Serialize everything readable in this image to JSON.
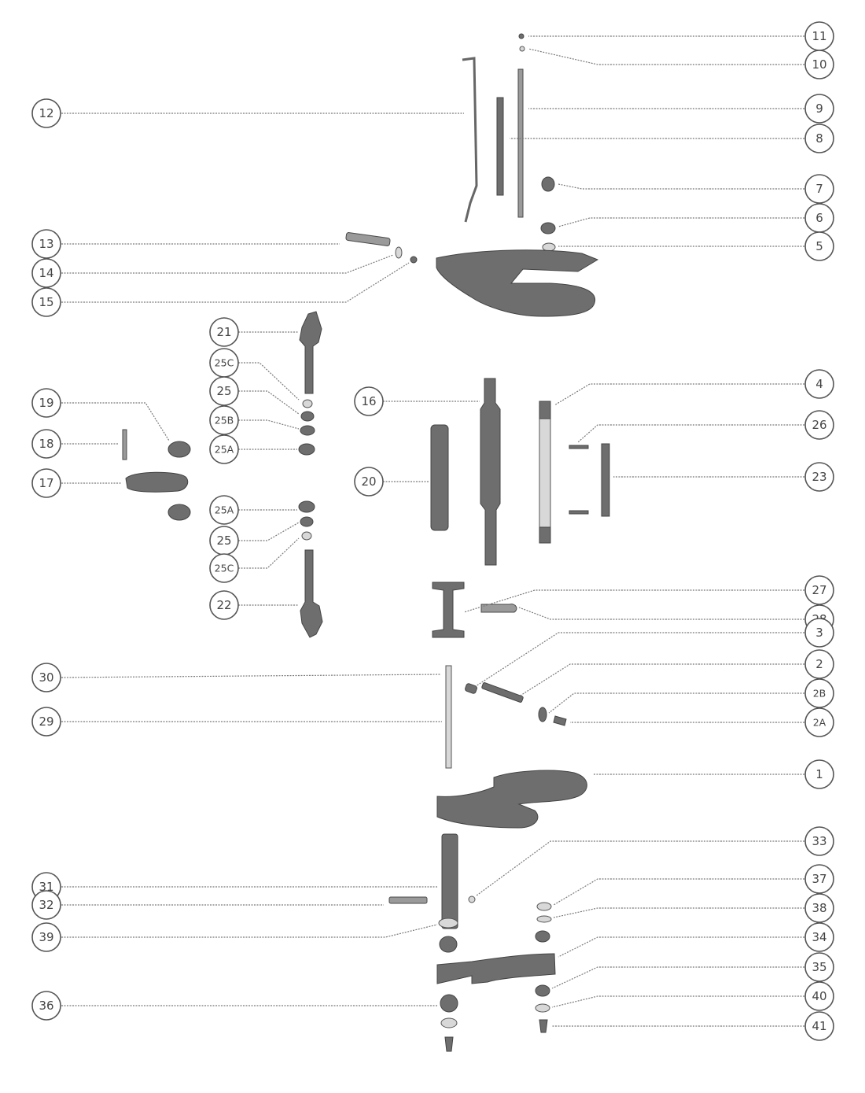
{
  "diagram": {
    "labels": [
      "11",
      "10",
      "12",
      "9",
      "8",
      "7",
      "6",
      "5",
      "13",
      "14",
      "15",
      "21",
      "25C",
      "25",
      "25B",
      "25A",
      "19",
      "18",
      "17",
      "16",
      "20",
      "4",
      "26",
      "23",
      "25A",
      "25",
      "25C",
      "22",
      "27",
      "28",
      "3",
      "2",
      "2B",
      "2A",
      "30",
      "29",
      "1",
      "33",
      "31",
      "32",
      "37",
      "38",
      "39",
      "34",
      "35",
      "36",
      "40",
      "41"
    ],
    "colors": {
      "ink": "#444444",
      "paper": "#ffffff",
      "part": "#6e6e6e"
    }
  }
}
